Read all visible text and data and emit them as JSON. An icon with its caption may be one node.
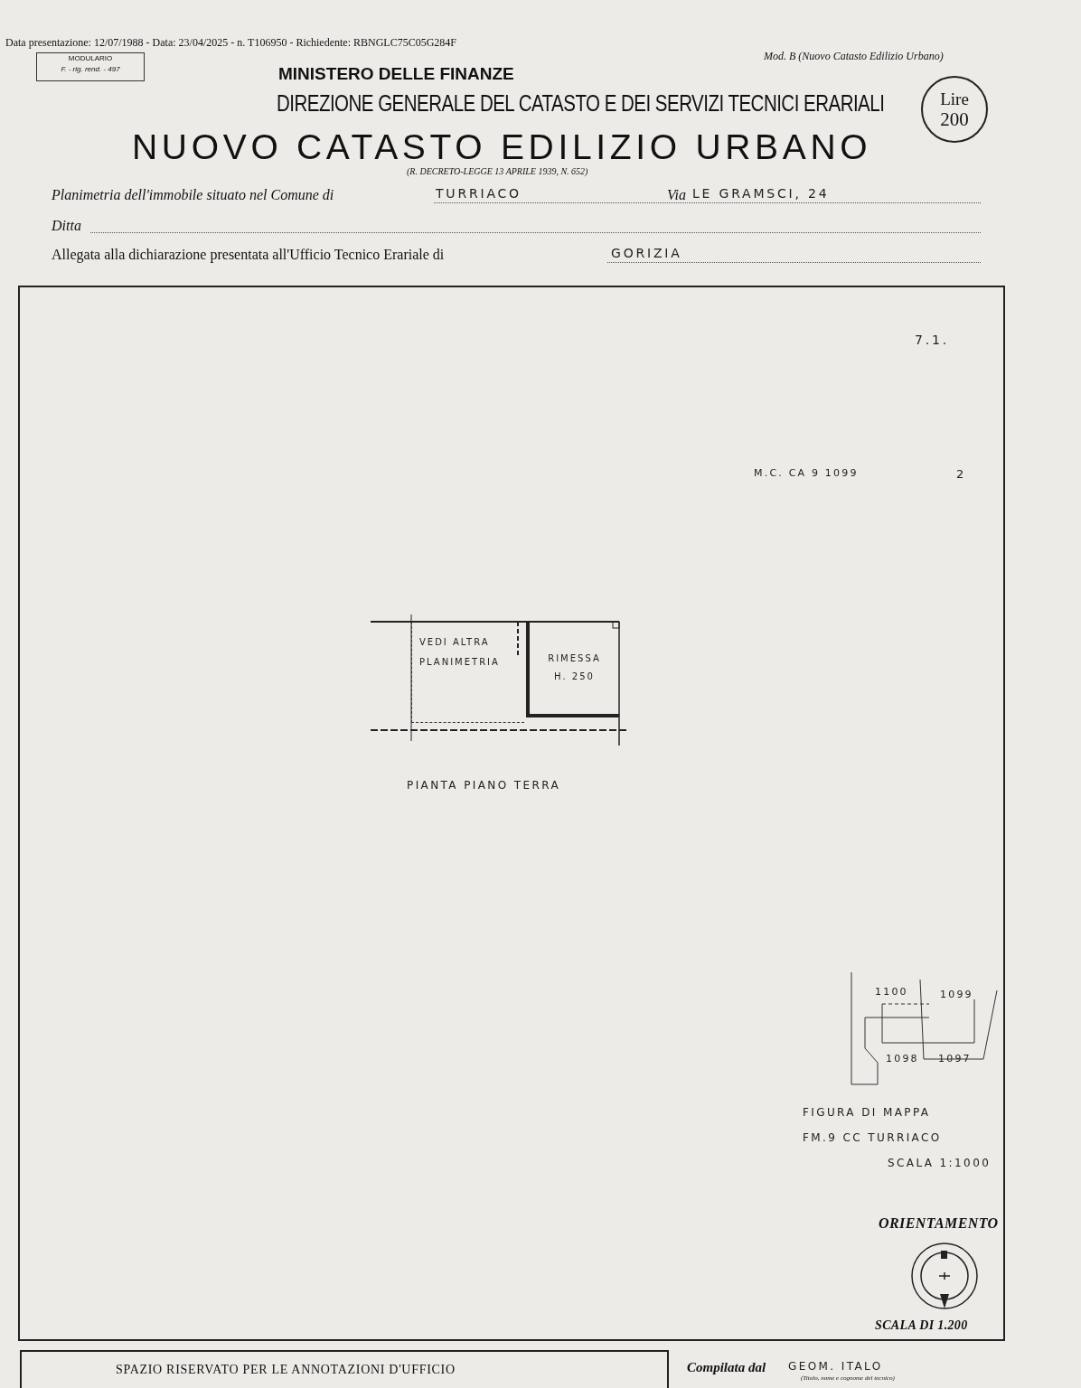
{
  "diagram": {
    "title": "NUOVO CATASTO EDILIZIO URBANO",
    "nodes": [
      {
        "text": [
          "VEDI ALTRA PLANIMETRIA"
        ]
      },
      {
        "text": [
          "RIMESSA",
          "H. 250"
        ]
      }
    ],
    "labels": [
      "Data presentazione: 12/07/1988 - Data: 23/04/2025 - n. T106950 - Richiedente: RBNGLC75C05G284F",
      "MODULARIO",
      "F. - rig. rend. - 497",
      "Mod. B (Nuovo Catasto Edilizio Urbano)",
      "MINISTERO DELLE FINANZE",
      "DIREZIONE GENERALE DEL CATASTO E DEI SERVIZI TECNICI ERARIALI",
      "Lire",
      "200",
      "(R. DECRETO-LEGGE 13 APRILE 1939, N. 652)",
      "Planimetria dell'immobile situato nel Comune di",
      "TURRIACO",
      "Via",
      "LE GRAMSCI, 24",
      "Ditta",
      "Allegata alla dichiarazione presentata all'Ufficio Tecnico Erariale di",
      "GORIZIA",
      "7.1.",
      "M.C. CA 9 1099",
      "2",
      "PIANTA PIANO TERRA",
      "1100",
      "1099",
      "1098",
      "1097",
      "FIGURA DI MAPPA",
      "FM.9 CC TURRIACO",
      "SCALA 1:1000",
      "ORIENTAMENTO",
      "SCALA DI 1.200",
      "SPAZIO RISERVATO PER LE ANNOTAZIONI D'UFFICIO",
      "Compilata dal",
      "GEOM. ITALO",
      "(Titolo, nome e cognome del tecnico)"
    ]
  }
}
